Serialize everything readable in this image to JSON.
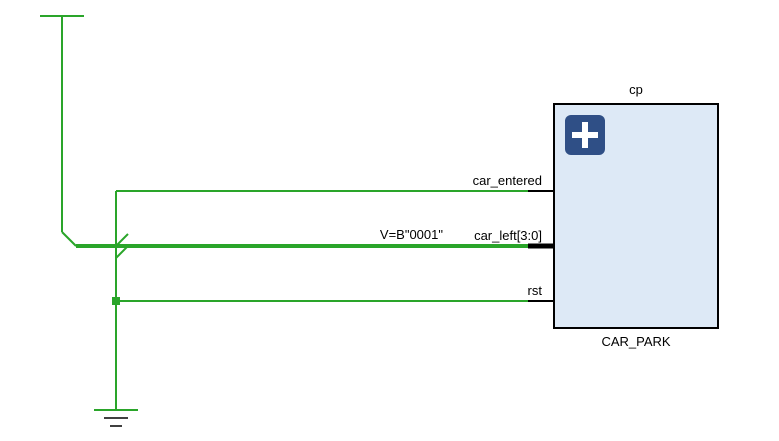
{
  "cell": {
    "instance_name": "cp",
    "module_name": "CAR_PARK",
    "expand_glyph": "+"
  },
  "ports": {
    "car_entered": "car_entered",
    "car_left": "car_left[3:0]",
    "rst": "rst"
  },
  "constant": {
    "value_label": "V=B\"0001\""
  },
  "symbols": {
    "power": "vcc-icon",
    "ground": "ground-icon"
  },
  "colors": {
    "net": "#2aa52a",
    "cell_fill": "#dde9f6",
    "expand_button": "#2f4f86"
  }
}
